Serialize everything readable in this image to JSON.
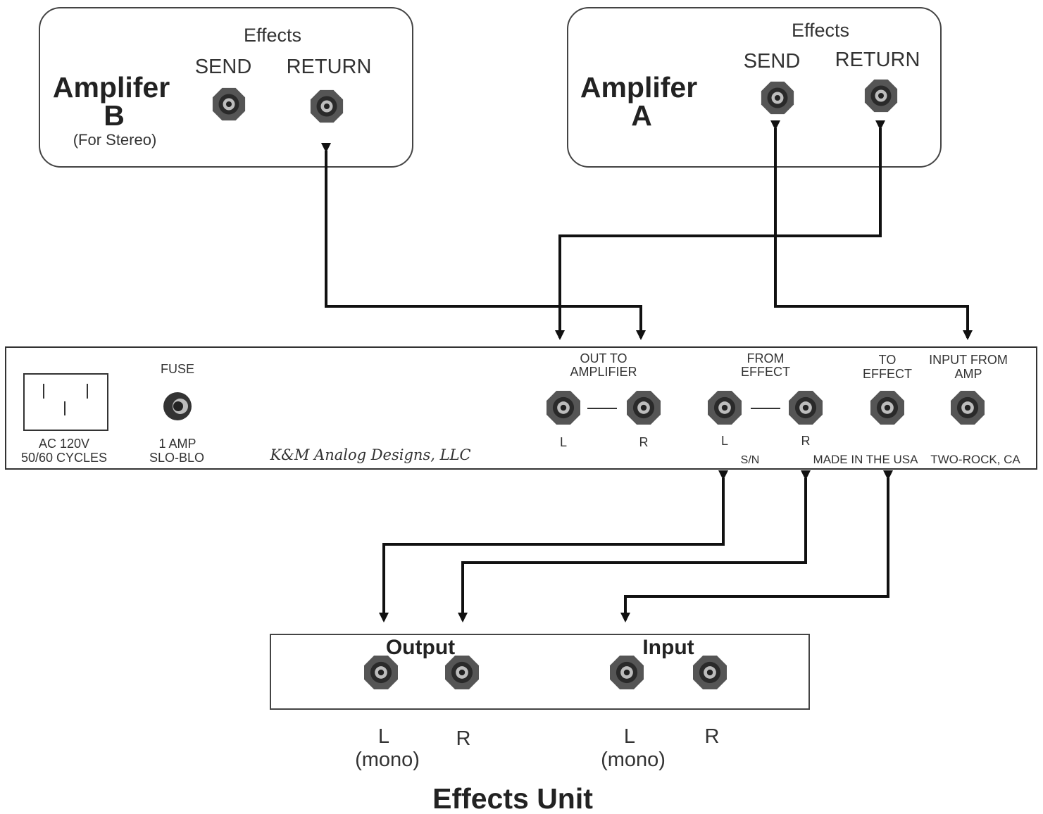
{
  "amp_b": {
    "effects_label": "Effects",
    "send_label": "SEND",
    "return_label": "RETURN",
    "name_line1": "Amplifer",
    "name_line2": "B",
    "note": "(For Stereo)"
  },
  "amp_a": {
    "effects_label": "Effects",
    "send_label": "SEND",
    "return_label": "RETURN",
    "name_line1": "Amplifer",
    "name_line2": "A"
  },
  "panel": {
    "power_label_line1": "AC 120V",
    "power_label_line2": "50/60 CYCLES",
    "fuse_label": "FUSE",
    "fuse_rating_line1": "1 AMP",
    "fuse_rating_line2": "SLO-BLO",
    "maker": "K&M Analog Designs, LLC",
    "out_to_amp_line1": "OUT TO",
    "out_to_amp_line2": "AMPLIFIER",
    "from_effect_line1": "FROM",
    "from_effect_line2": "EFFECT",
    "to_effect_line1": "TO",
    "to_effect_line2": "EFFECT",
    "input_from_amp_line1": "INPUT FROM",
    "input_from_amp_line2": "AMP",
    "out_l": "L",
    "out_r": "R",
    "from_l": "L",
    "from_r": "R",
    "serial": "S/N",
    "made_in": "MADE IN THE USA",
    "location": "TWO-ROCK, CA"
  },
  "effects_unit": {
    "output_label": "Output",
    "input_label": "Input",
    "out_l": "L",
    "out_l_note": "(mono)",
    "out_r": "R",
    "in_l": "L",
    "in_l_note": "(mono)",
    "in_r": "R",
    "title": "Effects Unit"
  },
  "colors": {
    "line": "#111111",
    "box_stroke": "#444444",
    "jack_outer": "#555555",
    "jack_ring": "#2a2a2a",
    "jack_center": "#bdbdbd"
  }
}
